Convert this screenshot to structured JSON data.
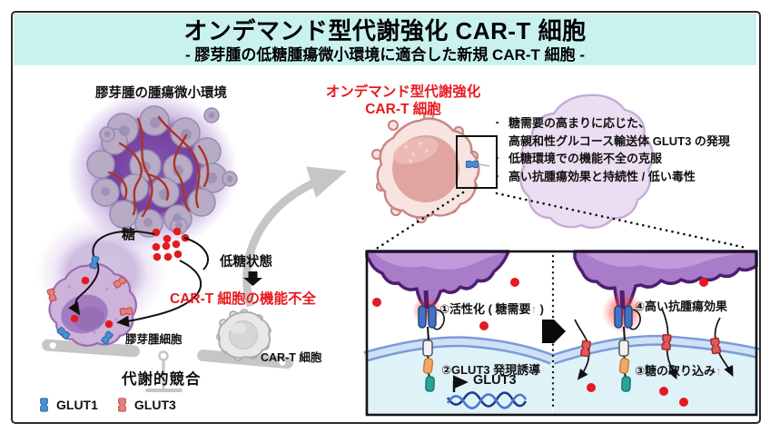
{
  "header": {
    "title": "オンデマンド型代謝強化 CAR-T 細胞",
    "subtitle": "- 膠芽腫の低糖腫瘍微小環境に適合した新規 CAR-T 細胞 -"
  },
  "left": {
    "tme_label": "膠芽腫の腫瘍微小環境",
    "sugar_label": "糖",
    "gbm_cell_label": "膠芽腫細胞",
    "low_sugar_label": "低糖状態",
    "dysfunction_label": "CAR-T 細胞の機能不全",
    "cart_cell_label": "CAR-T 細胞",
    "competition_label": "代謝的競合"
  },
  "legend": {
    "items": [
      {
        "label": "GLUT1"
      },
      {
        "label": "GLUT3"
      }
    ]
  },
  "right": {
    "title_line1": "オンデマンド型代謝強化",
    "title_line2": "CAR-T 細胞",
    "bullets": [
      {
        "marker": "▪",
        "text": "糖需要の高まりに応じた、"
      },
      {
        "marker": "",
        "text": "高親和性グルコース輸送体 GLUT3 の発現"
      },
      {
        "marker": "▪",
        "text": "低糖環境での機能不全の克服"
      },
      {
        "marker": "▪",
        "text": "高い抗腫瘍効果と持続性 / 低い毒性"
      }
    ]
  },
  "inset": {
    "step1_prefix": "①活性化 ( 糖需要",
    "step1_arrow": "↑",
    "step1_suffix": " )",
    "step2": "②GLUT3 発現誘導",
    "gene_label": "GLUT3",
    "step3_prefix": "③糖の取り込み",
    "step3_arrow": "↑",
    "step4": "④高い抗腫瘍効果"
  },
  "colors": {
    "header-bg": "#c9f2ef",
    "accent-red": "#e8191e",
    "sugar-red": "#e31a20",
    "glut1": "#4a8fd4",
    "glut3": "#e8807e",
    "glut3-strong": "#e05858",
    "car-blue": "#4472c4",
    "orange-seg": "#f4a768",
    "teal-seg": "#2aa396",
    "membrane-edge": "#7b9bd8",
    "membrane-fill": "#cfe1f6",
    "cytoplasm": "#def2f7",
    "tumor-fill": "#a87cc8",
    "tumor-outline": "#4f1d71",
    "dna-blue": "#1d3a8f",
    "gray-ui": "#c6c6c6"
  }
}
